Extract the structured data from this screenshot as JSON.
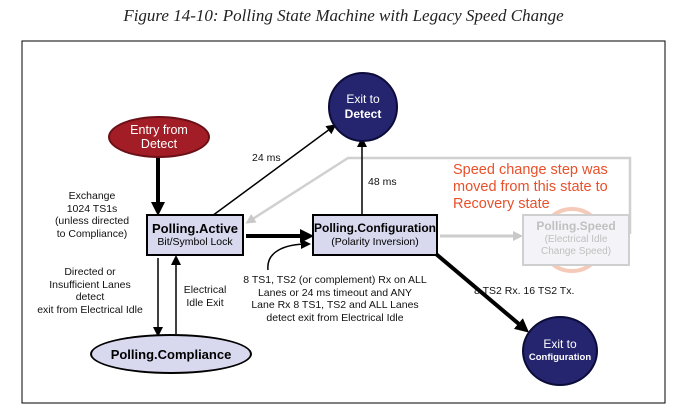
{
  "title": "Figure 14-10: Polling State Machine with Legacy Speed Change",
  "states": {
    "entry": {
      "line1": "Entry from",
      "line2": "Detect"
    },
    "exit_detect": {
      "line1": "Exit to",
      "line2": "Detect"
    },
    "polling_active": {
      "name": "Polling.Active",
      "sub": "Bit/Symbol Lock"
    },
    "polling_configuration": {
      "name": "Polling.Configuration",
      "sub": "(Polarity Inversion)"
    },
    "polling_speed": {
      "name": "Polling.Speed",
      "sub1": "(Electrical Idle",
      "sub2": "Change Speed)"
    },
    "polling_compliance": {
      "name": "Polling.Compliance"
    },
    "exit_configuration": {
      "line1": "Exit to",
      "line2": "Configuration"
    }
  },
  "labels": {
    "t_24ms": "24 ms",
    "t_48ms": "48 ms",
    "exchange": [
      "Exchange",
      "1024 TS1s",
      "(unless directed",
      "to Compliance)"
    ],
    "directed": [
      "Directed or",
      "Insufficient Lanes",
      "detect",
      "exit from Electrical Idle"
    ],
    "elec_idle_exit": [
      "Electrical",
      "Idle Exit"
    ],
    "ts_condition": [
      "8 TS1, TS2 (or complement) Rx on ALL",
      "Lanes or 24 ms timeout and ANY",
      "Lane Rx 8 TS1, TS2 and ALL Lanes",
      "detect exit from Electrical Idle"
    ],
    "ts2_rx": "8 TS2 Rx.  16 TS2 Tx."
  },
  "note": [
    "Speed change step was",
    "moved from this state to",
    "Recovery state"
  ],
  "colors": {
    "entry_fill": "#a31d26",
    "exit_fill": "#25246e",
    "state_fill": "#d8d8ef",
    "note_color": "#e8502a",
    "faded": "#c8c8c8"
  }
}
